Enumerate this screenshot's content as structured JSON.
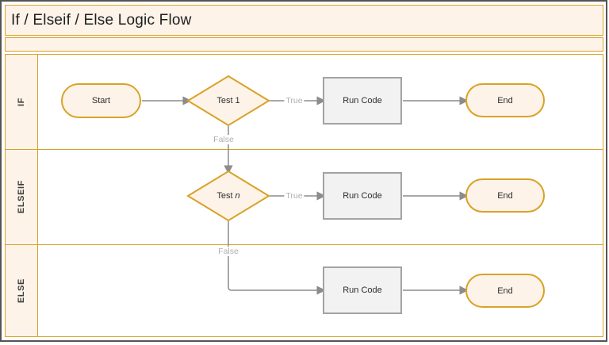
{
  "title": "If / Elseif / Else Logic Flow",
  "lanes": [
    {
      "label": "IF"
    },
    {
      "label": "ELSEIF"
    },
    {
      "label": "ELSE"
    }
  ],
  "nodes": [
    {
      "id": "start",
      "type": "terminator",
      "lane": "IF",
      "label": "Start"
    },
    {
      "id": "test-1",
      "type": "decision",
      "lane": "IF",
      "label": "Test 1"
    },
    {
      "id": "run-code-if",
      "type": "process",
      "lane": "IF",
      "label": "Run Code"
    },
    {
      "id": "end-if",
      "type": "terminator",
      "lane": "IF",
      "label": "End"
    },
    {
      "id": "test-n",
      "type": "decision",
      "lane": "ELSEIF",
      "label_prefix": "Test ",
      "label_var": "n"
    },
    {
      "id": "run-code-elseif",
      "type": "process",
      "lane": "ELSEIF",
      "label": "Run Code"
    },
    {
      "id": "end-elseif",
      "type": "terminator",
      "lane": "ELSEIF",
      "label": "End"
    },
    {
      "id": "run-code-else",
      "type": "process",
      "lane": "ELSE",
      "label": "Run Code"
    },
    {
      "id": "end-else",
      "type": "terminator",
      "lane": "ELSE",
      "label": "End"
    }
  ],
  "edges": [
    {
      "from": "start",
      "to": "test-1"
    },
    {
      "from": "test-1",
      "to": "run-code-if",
      "label": "True"
    },
    {
      "from": "run-code-if",
      "to": "end-if"
    },
    {
      "from": "test-1",
      "to": "test-n",
      "label": "False"
    },
    {
      "from": "test-n",
      "to": "run-code-elseif",
      "label": "True"
    },
    {
      "from": "run-code-elseif",
      "to": "end-elseif"
    },
    {
      "from": "test-n",
      "to": "run-code-else",
      "label": "False"
    },
    {
      "from": "run-code-else",
      "to": "end-else"
    }
  ],
  "colors": {
    "accent_gold": "#D9A227",
    "band_fill": "#FDF3E9",
    "terminator_fill": "#FDF3E9",
    "process_fill": "#F2F2F2",
    "process_border": "#A3A3A3",
    "connector": "#8C8C8C",
    "edge_label": "#AFAFAF",
    "frame": "#545454",
    "text": "#2E2E2E"
  }
}
